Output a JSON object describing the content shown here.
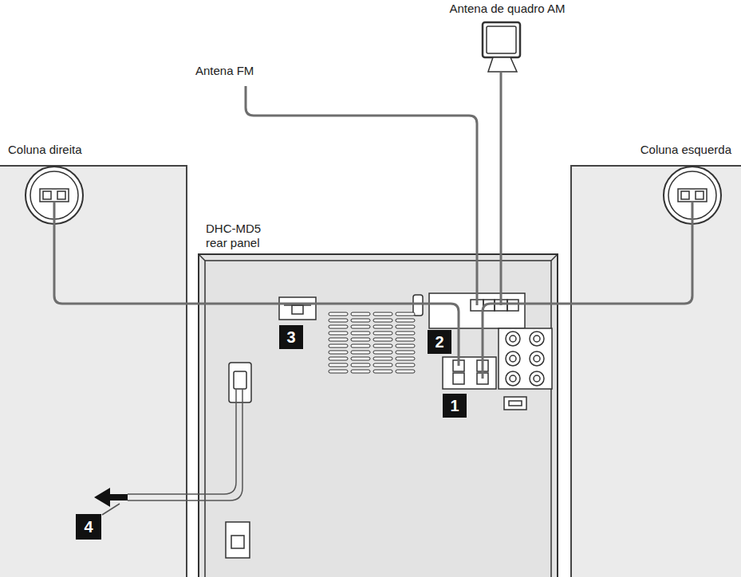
{
  "diagram": {
    "nodes": [
      {
        "text": [
          "Antena de quadro AM"
        ]
      },
      {
        "text": [
          "Coluna direita"
        ]
      },
      {
        "text": [
          "DHC-MD5 rear panel"
        ]
      },
      {
        "text": [
          "Coluna esquerda"
        ]
      },
      {
        "text": [
          "3"
        ],
        "in": 2
      },
      {
        "text": [
          "2"
        ],
        "in": 2
      },
      {
        "text": [
          "1"
        ],
        "in": 2
      },
      {
        "text": [
          "4"
        ],
        "in": 1
      }
    ],
    "edges": [
      {
        "from": 0,
        "to": 2,
        "arrow": "none"
      },
      {
        "from": 1,
        "to": 2,
        "arrow": "none"
      },
      {
        "from": 3,
        "to": 2,
        "arrow": "none"
      }
    ],
    "labels": [
      "Antena FM"
    ]
  }
}
